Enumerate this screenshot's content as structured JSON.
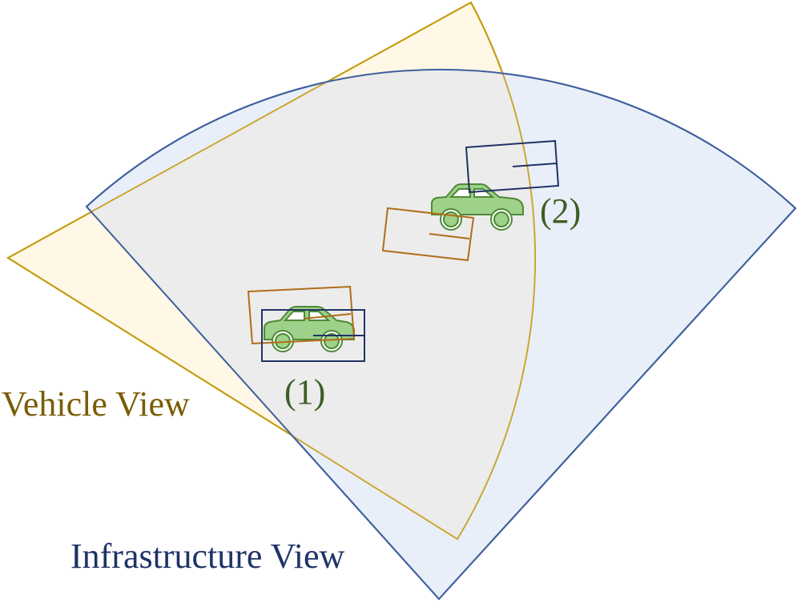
{
  "labels": {
    "vehicle_view": "Vehicle View",
    "infrastructure_view": "Infrastructure View",
    "car_1": "(1)",
    "car_2": "(2)"
  },
  "colors": {
    "vehicle_fov_fill": "#fff8e6",
    "vehicle_fov_stroke": "#c49a0a",
    "infra_fov_fill": "#e9eff9",
    "infra_fov_stroke": "#3f5f9e",
    "overlap_fill": "#ececec",
    "car_fill": "#9ed189",
    "car_stroke": "#4f8a37",
    "vehicle_box": "#b06d19",
    "infra_box": "#1f3366",
    "vehicle_text": "#7a5d05",
    "infra_text": "#1f3366",
    "car_text": "#3d5e23"
  },
  "icons": {
    "car": "car-icon"
  }
}
